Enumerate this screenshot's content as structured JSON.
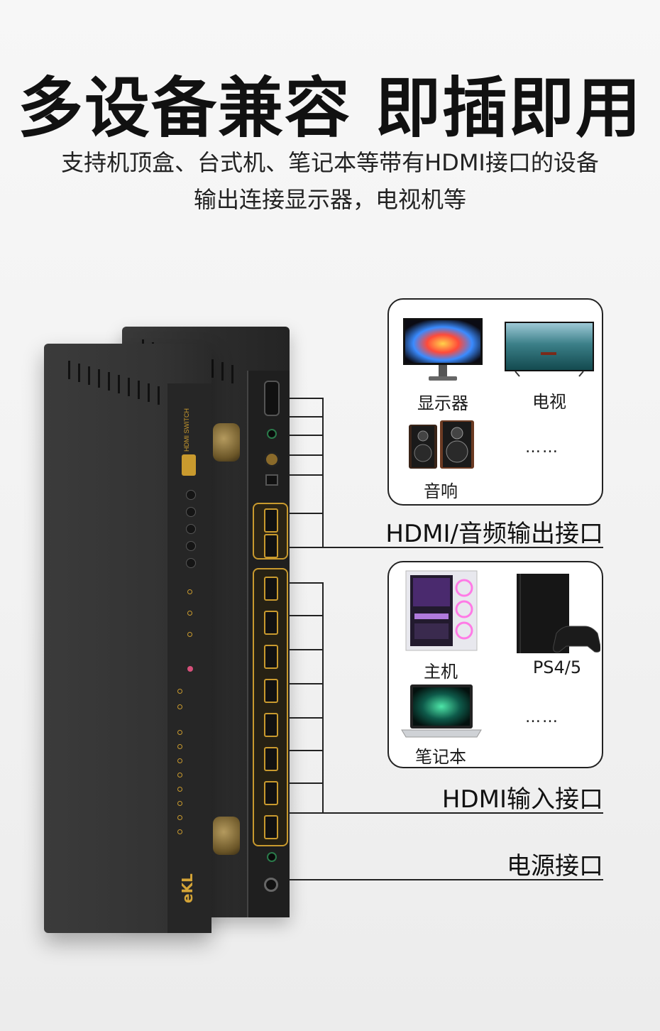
{
  "header": {
    "title": "多设备兼容 即插即用",
    "subtitle_line1": "支持机顶盒、台式机、笔记本等带有HDMI接口的设备",
    "subtitle_line2": "输出连接显示器，电视机等"
  },
  "output_panel": {
    "items": [
      {
        "label": "显示器",
        "icon": "monitor-icon"
      },
      {
        "label": "电视",
        "icon": "tv-icon"
      },
      {
        "label": "音响",
        "icon": "speaker-icon"
      }
    ],
    "more": "……",
    "section_label": "HDMI/音频输出接口"
  },
  "input_panel": {
    "items": [
      {
        "label": "主机",
        "icon": "desktop-pc-icon"
      },
      {
        "label": "PS4/5",
        "icon": "game-console-icon"
      },
      {
        "label": "笔记本",
        "icon": "laptop-icon"
      }
    ],
    "more": "……",
    "section_label": "HDMI输入接口"
  },
  "power": {
    "section_label": "电源接口"
  },
  "device": {
    "brand_logo": "eKL",
    "product_label": "HDMI SWITCH"
  },
  "colors": {
    "accent_gold": "#c99a2e",
    "device_body": "#333333",
    "line": "#222222"
  }
}
